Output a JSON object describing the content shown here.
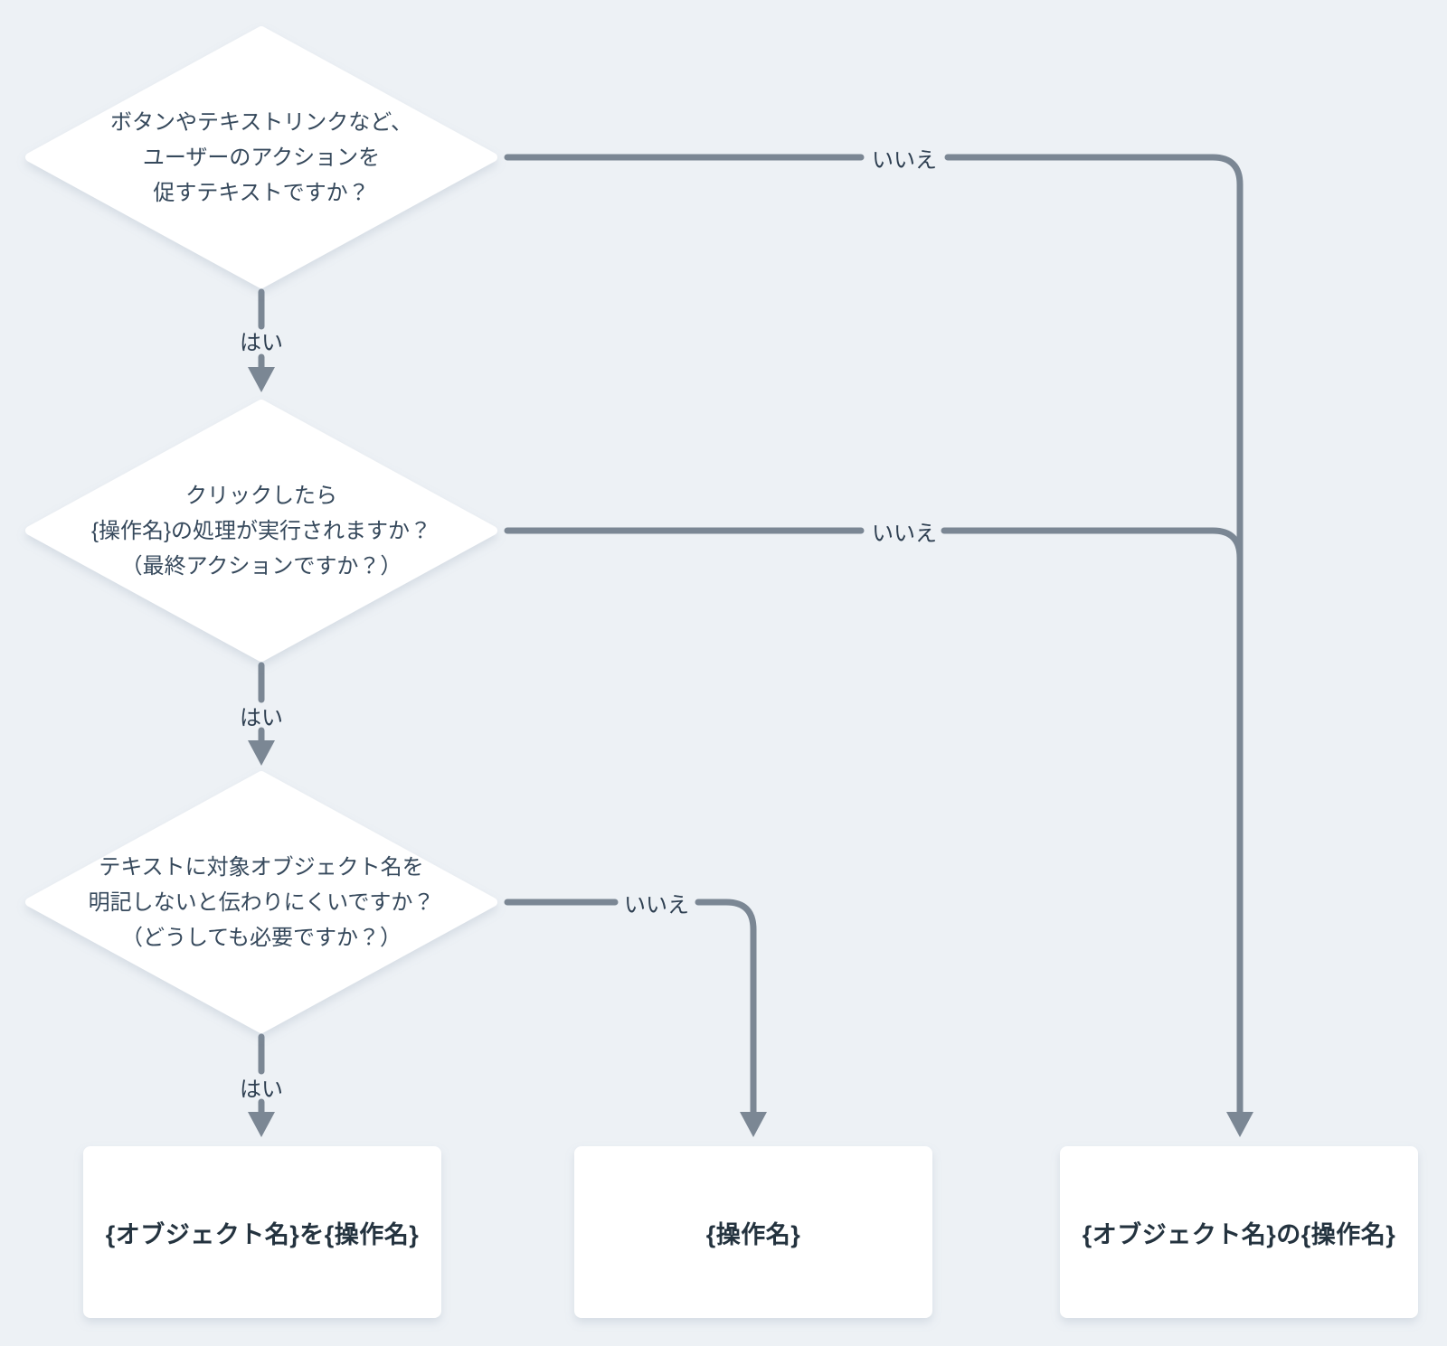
{
  "page": {
    "background_color": "#edf1f5",
    "line_color": "#7b8794",
    "node_fill_color": "#ffffff",
    "question_text_color": "#36495c",
    "edge_label_color": "#2e3f51",
    "result_text_color": "#24333f"
  },
  "labels": {
    "yes": "はい",
    "no": "いいえ"
  },
  "decisions": [
    {
      "id": "decision-1",
      "text": "ボタンやテキストリンクなど、\nユーザーのアクションを\n促すテキストですか？"
    },
    {
      "id": "decision-2",
      "text": "クリックしたら\n{操作名}の処理が実行されますか？\n（最終アクションですか？）"
    },
    {
      "id": "decision-3",
      "text": "テキストに対象オブジェクト名を\n明記しないと伝わりにくいですか？\n（どうしても必要ですか？）"
    }
  ],
  "results": [
    {
      "id": "result-1",
      "text": "{オブジェクト名}を{操作名}"
    },
    {
      "id": "result-2",
      "text": "{操作名}"
    },
    {
      "id": "result-3",
      "text": "{オブジェクト名}の{操作名}"
    }
  ],
  "edges": [
    {
      "from": "decision-1",
      "to": "decision-2",
      "label": "はい"
    },
    {
      "from": "decision-1",
      "to": "result-3",
      "label": "いいえ"
    },
    {
      "from": "decision-2",
      "to": "decision-3",
      "label": "はい"
    },
    {
      "from": "decision-2",
      "to": "result-3",
      "label": "いいえ"
    },
    {
      "from": "decision-3",
      "to": "result-1",
      "label": "はい"
    },
    {
      "from": "decision-3",
      "to": "result-2",
      "label": "いいえ"
    }
  ]
}
